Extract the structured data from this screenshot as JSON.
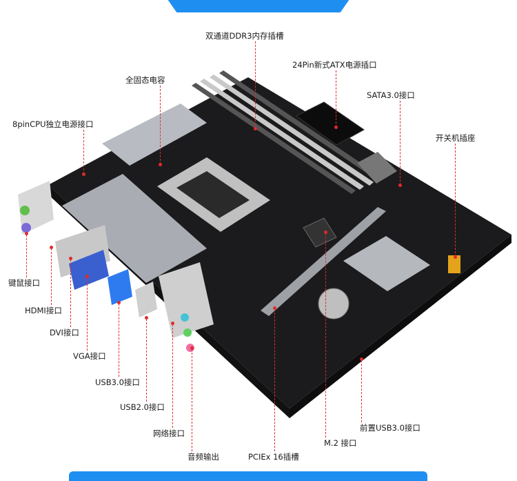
{
  "labels": {
    "ddr3": "双通道DDR3内存插槽",
    "atx": "24Pin新式ATX电源插口",
    "capacitor": "全固态电容",
    "sata": "SATA3.0接口",
    "cpu_power": "8pinCPU独立电源接口",
    "power_switch": "开关机插座",
    "ps2": "键鼠接口",
    "hdmi": "HDMI接口",
    "dvi": "DVI接口",
    "vga": "VGA接口",
    "usb3": "USB3.0接口",
    "usb2": "USB2.0接口",
    "lan": "网络接口",
    "audio": "音频输出",
    "pcie": "PCIEx 16插槽",
    "m2": "M.2 接口",
    "front_usb3": "前置USB3.0接口"
  },
  "colors": {
    "accent_blue": "#1e8ef0",
    "callout_red": "#e12a2a",
    "board_black": "#1b1b1d"
  }
}
